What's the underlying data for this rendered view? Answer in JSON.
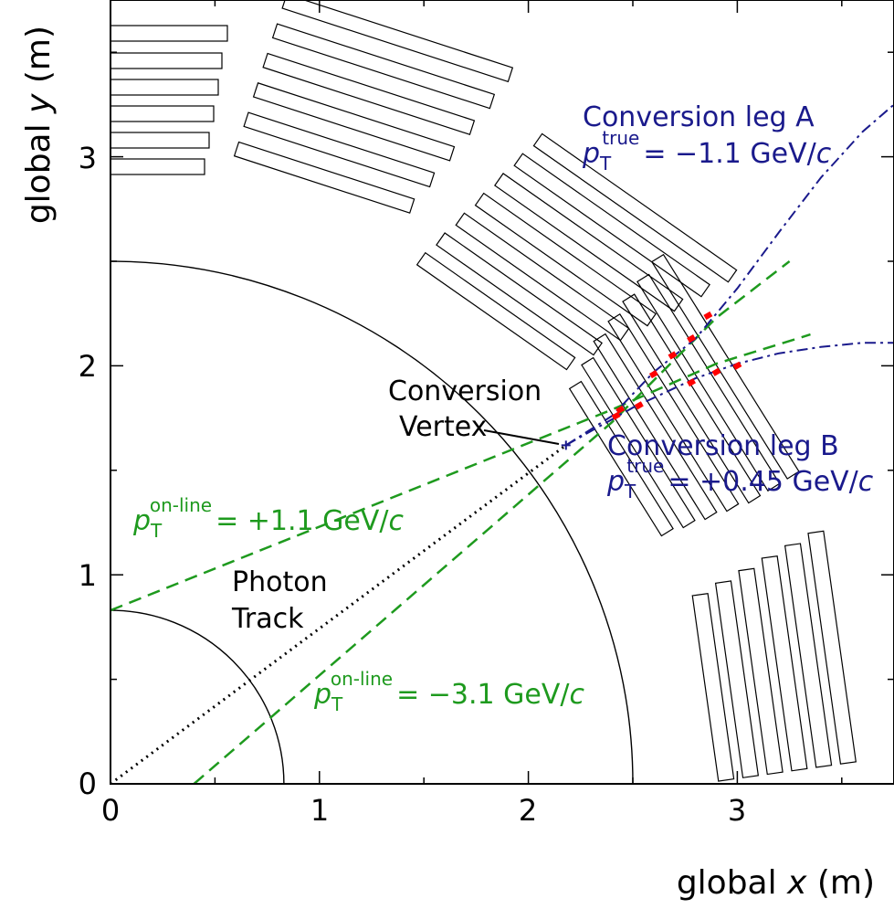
{
  "axes": {
    "xlabel": {
      "prefix": "global ",
      "var": "x",
      "suffix": " (m)"
    },
    "ylabel": {
      "prefix": "global ",
      "var": "y",
      "suffix": " (m)"
    },
    "xlim": [
      0,
      3.75
    ],
    "ylim": [
      0,
      3.75
    ],
    "x_ticks": [
      0,
      1,
      2,
      3
    ],
    "y_ticks": [
      0,
      1,
      2,
      3
    ],
    "x_tick_labels": [
      "0",
      "1",
      "2",
      "3"
    ],
    "y_tick_labels": [
      "0",
      "1",
      "2",
      "3"
    ]
  },
  "annotations": {
    "leg_a": {
      "line1": "Conversion leg A",
      "p": "p",
      "sub": "T",
      "sup": "true",
      "value": "= −1.1 GeV/",
      "unit": "c"
    },
    "leg_b": {
      "line1": "Conversion leg B",
      "p": "p",
      "sub": "T",
      "sup": "true",
      "value": "= +0.45 GeV/",
      "unit": "c"
    },
    "vertex": {
      "line1": "Conversion",
      "line2": "Vertex"
    },
    "photon": {
      "line1": "Photon",
      "line2": "Track"
    },
    "online_pos": {
      "p": "p",
      "sub": "T",
      "sup": "on-line",
      "value": "= +1.1 GeV/",
      "unit": "c"
    },
    "online_neg": {
      "p": "p",
      "sub": "T",
      "sup": "on-line",
      "value": "= −3.1 GeV/",
      "unit": "c"
    }
  },
  "colors": {
    "leg": "#1a1a8c",
    "online": "#1e9a1e",
    "hit": "#ff0000",
    "frame": "#000000"
  },
  "geometry_data": {
    "arc_radii": [
      0.83,
      2.5
    ],
    "conversion_vertex": [
      2.18,
      1.62
    ],
    "leg_a_points": [
      [
        2.18,
        1.62
      ],
      [
        2.4,
        1.76
      ],
      [
        2.6,
        1.97
      ],
      [
        2.8,
        2.13
      ],
      [
        3.0,
        2.37
      ],
      [
        3.2,
        2.64
      ],
      [
        3.4,
        2.9
      ],
      [
        3.6,
        3.12
      ],
      [
        3.75,
        3.25
      ]
    ],
    "leg_b_points": [
      [
        2.18,
        1.62
      ],
      [
        2.5,
        1.8
      ],
      [
        2.8,
        1.94
      ],
      [
        3.0,
        2.01
      ],
      [
        3.2,
        2.06
      ],
      [
        3.4,
        2.09
      ],
      [
        3.6,
        2.11
      ],
      [
        3.75,
        2.11
      ]
    ],
    "online_pos_points": [
      [
        0.0,
        0.83
      ],
      [
        2.4,
        1.79
      ],
      [
        2.9,
        2.01
      ],
      [
        3.35,
        2.15
      ]
    ],
    "online_neg_points": [
      [
        0.4,
        0.0
      ],
      [
        2.4,
        1.73
      ],
      [
        2.9,
        2.23
      ],
      [
        3.25,
        2.5
      ]
    ],
    "photon_track_points": [
      [
        0.0,
        0.0
      ],
      [
        2.18,
        1.62
      ]
    ],
    "hits": [
      [
        2.44,
        1.79
      ],
      [
        2.6,
        1.96
      ],
      [
        2.69,
        2.05
      ],
      [
        2.78,
        2.13
      ],
      [
        2.86,
        2.24
      ],
      [
        2.42,
        1.76
      ],
      [
        2.53,
        1.81
      ],
      [
        2.78,
        1.92
      ],
      [
        2.9,
        1.97
      ],
      [
        3.0,
        2.0
      ]
    ]
  }
}
